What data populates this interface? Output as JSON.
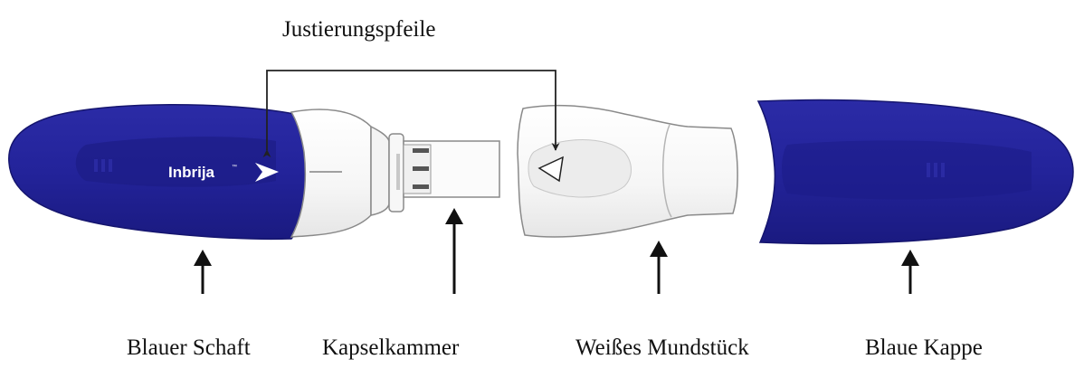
{
  "callout_top": "Justierungspfeile",
  "brand": {
    "name": "Inbrija",
    "mark": "™"
  },
  "labels": {
    "shaft": "Blauer Schaft",
    "chamber": "Kapselkammer",
    "mouthpiece": "Weißes Mundstück",
    "cap": "Blaue Kappe"
  },
  "colors": {
    "blue": "#23239a",
    "blue_dark": "#15156e",
    "white_part": "#f7f7f7",
    "outline": "#8a8a8a",
    "arrow": "#111111"
  }
}
